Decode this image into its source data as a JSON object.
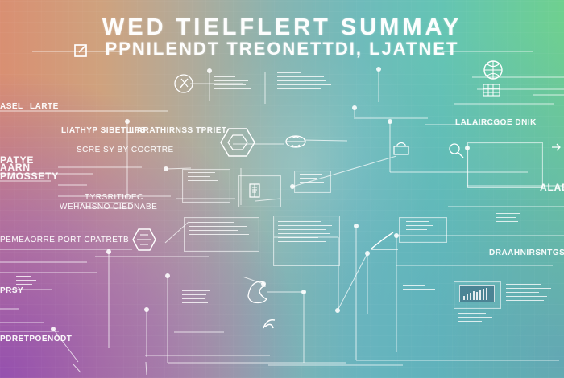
{
  "title": {
    "main": "WED TIELFLERT SUMMAY",
    "sub": "PPNILENDT TREONETTDI, LJATNET"
  },
  "labels": {
    "left_top_1": "ASEL",
    "left_top_2": "LARTE",
    "left_mid_1": "PATYE",
    "left_mid_2": "AARN",
    "left_mid_3": "PMOSSETY",
    "left_lower": "PEMEAORRE PORT CPATRETB",
    "left_bottom_1": "PRSY",
    "left_bottom_2": "PDRETPOENODT",
    "center_left_1": "LIATHYP SIBETLIPS",
    "center_left_2": "LIARATHIRNSS TPRIET",
    "center_left_3": "SCRE SY BY COCRTRE",
    "center_left_4": "TYRSRITIOEC",
    "center_left_5": "WEHAHSNO CIEDNABE",
    "right_top": "LALAIRCGOE DNIK",
    "right_mid": "ALAES",
    "right_lower": "DRAAHNIRSNTGS"
  },
  "icons": {
    "pen_icon": "pen-icon",
    "hexagon_icon": "hexagon-icon",
    "search_icon": "search-icon",
    "lock_icon": "lock-icon",
    "settings_icon": "settings-icon",
    "chart_icon": "chart-icon",
    "globe_icon": "globe-icon",
    "grid_icon": "grid-icon",
    "hand_icon": "hand-icon",
    "arrow_icon": "arrow-icon",
    "brain_icon": "brain-icon",
    "cursor_icon": "cursor-icon",
    "document_icon": "document-icon"
  },
  "colors": {
    "accent_white": "#ffffff",
    "warm_left": "#d98f72",
    "cool_right": "#6fd08f",
    "violet_corner": "#8642bc",
    "blue_corner": "#5e98c1"
  }
}
